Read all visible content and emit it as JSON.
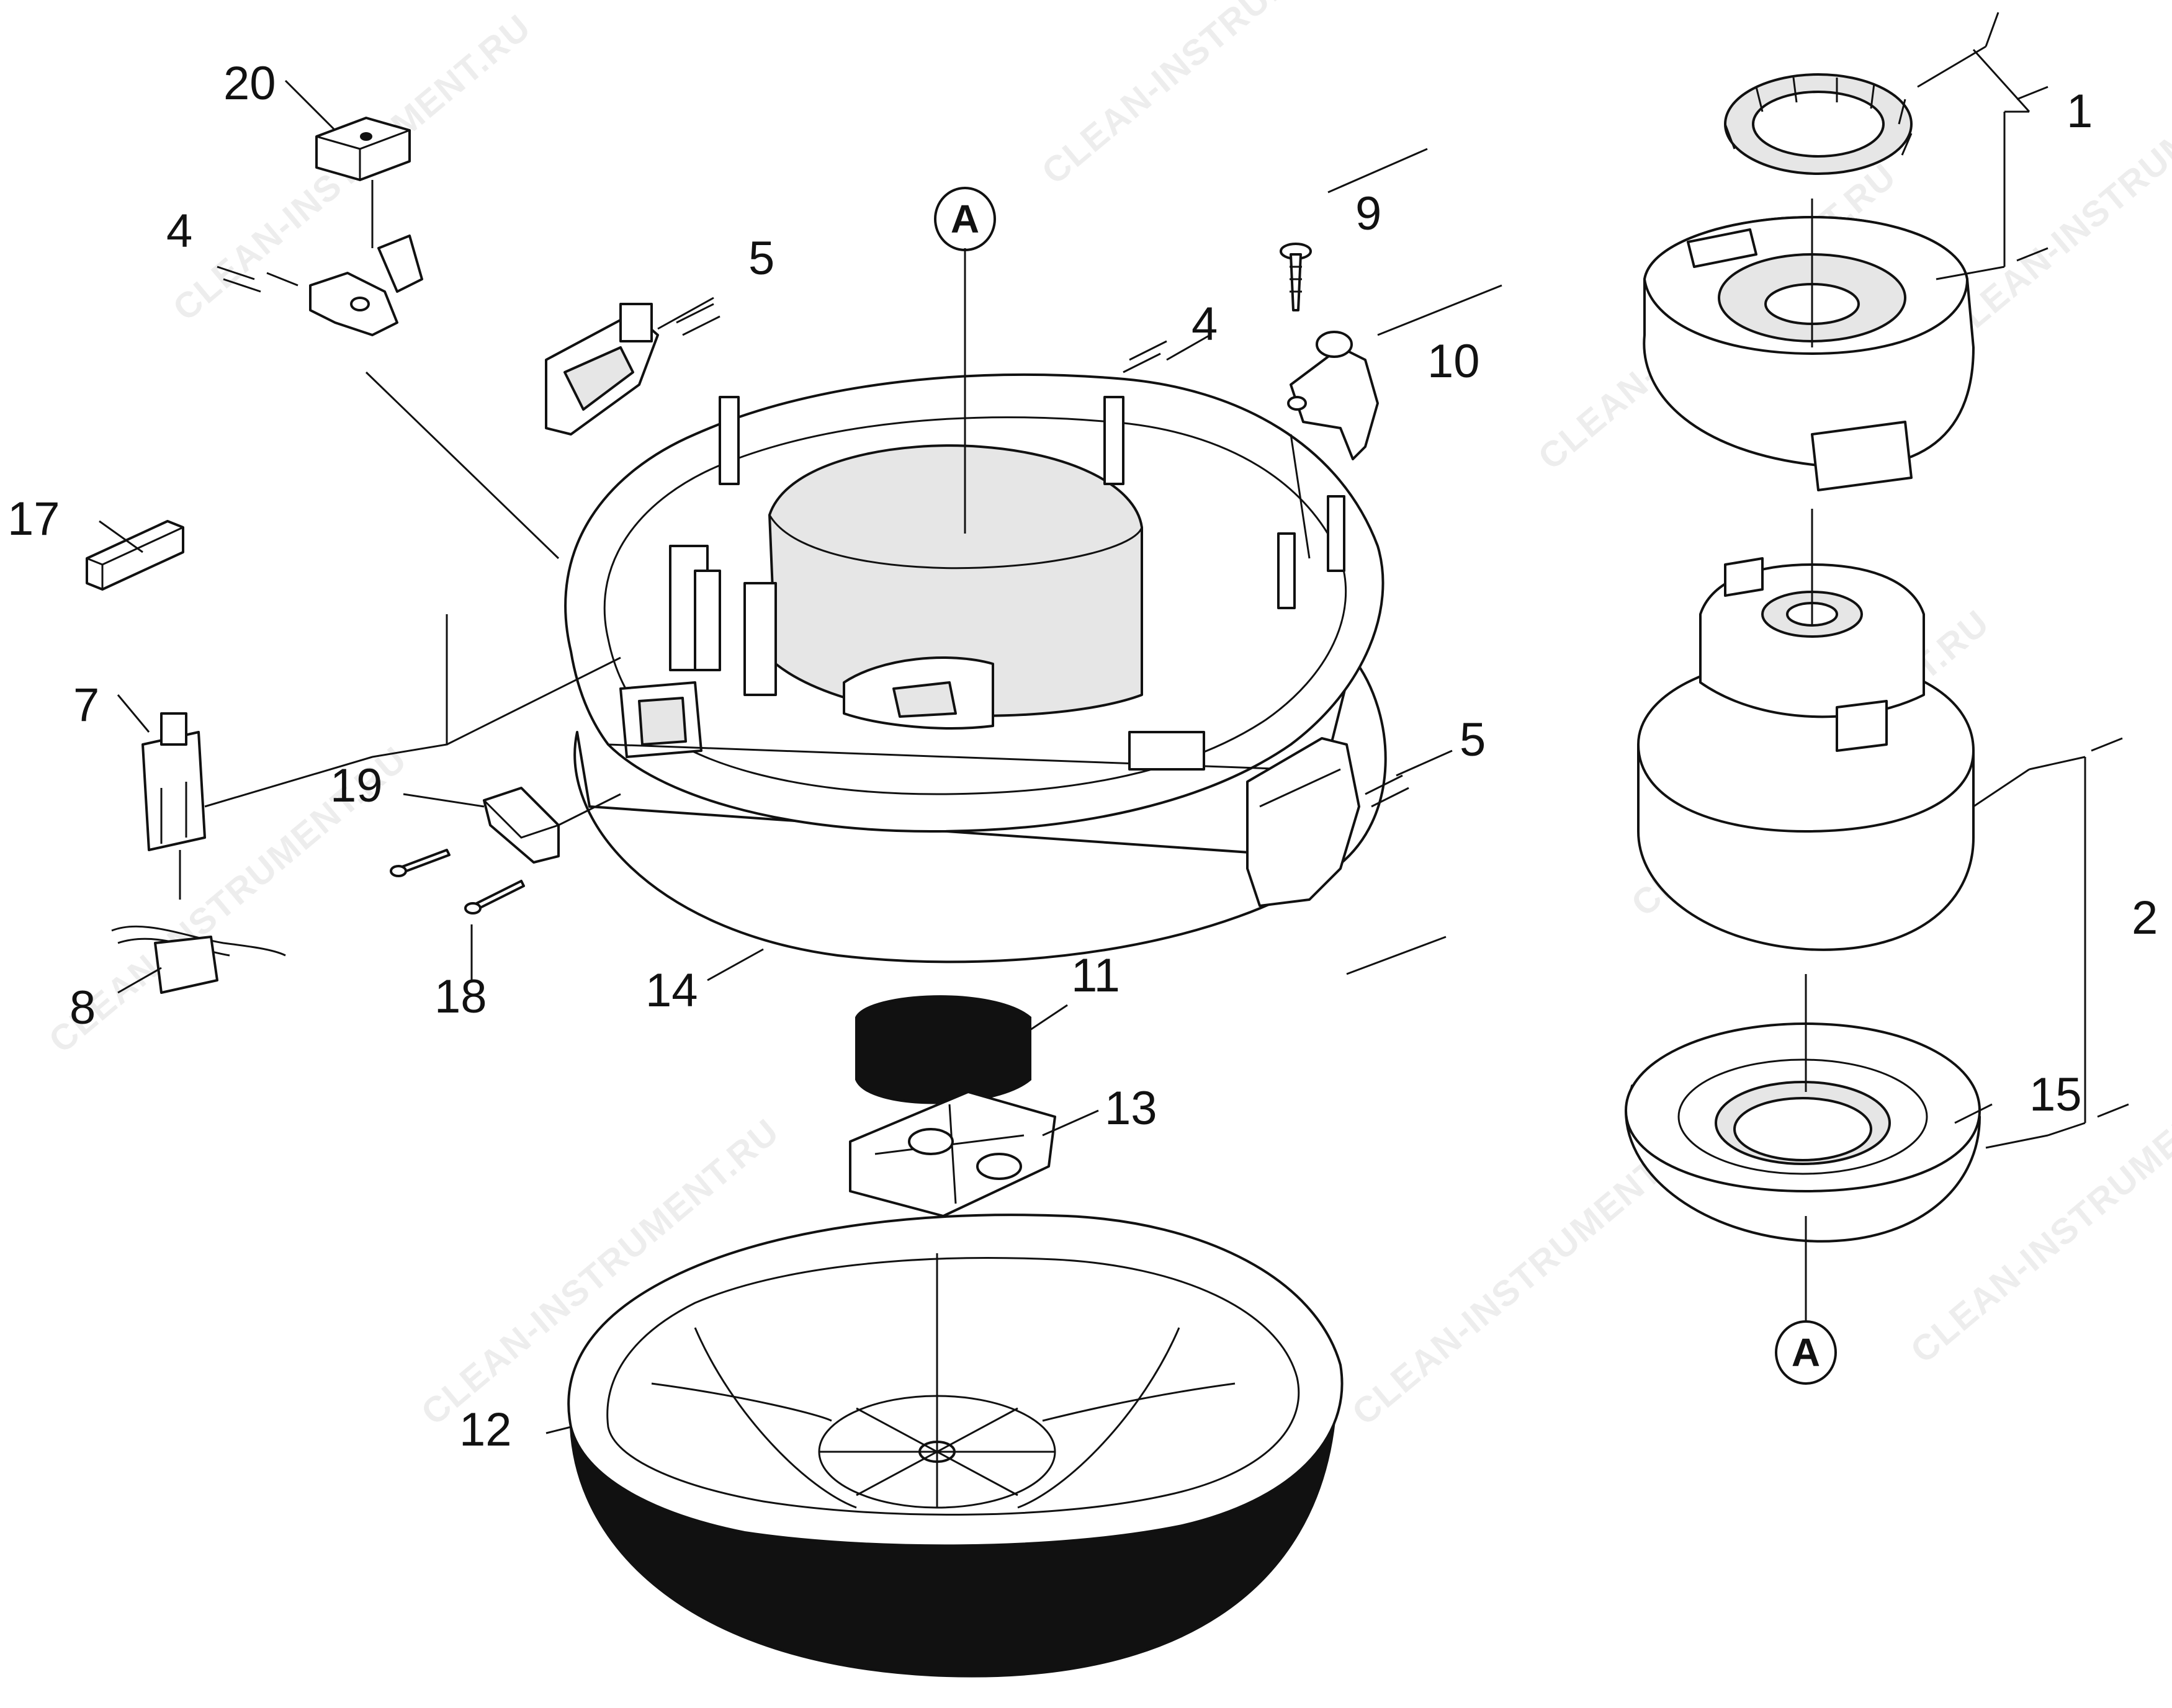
{
  "watermark": "CLEAN-INSTRUMENT.RU",
  "reference_mark": "A",
  "callouts": {
    "c1": "1",
    "c2": "2",
    "c4a": "4",
    "c4b": "4",
    "c5a": "5",
    "c5b": "5",
    "c7": "7",
    "c8": "8",
    "c9": "9",
    "c10": "10",
    "c11": "11",
    "c12": "12",
    "c13": "13",
    "c14": "14",
    "c15": "15",
    "c17": "17",
    "c18": "18",
    "c19": "19",
    "c20": "20"
  }
}
